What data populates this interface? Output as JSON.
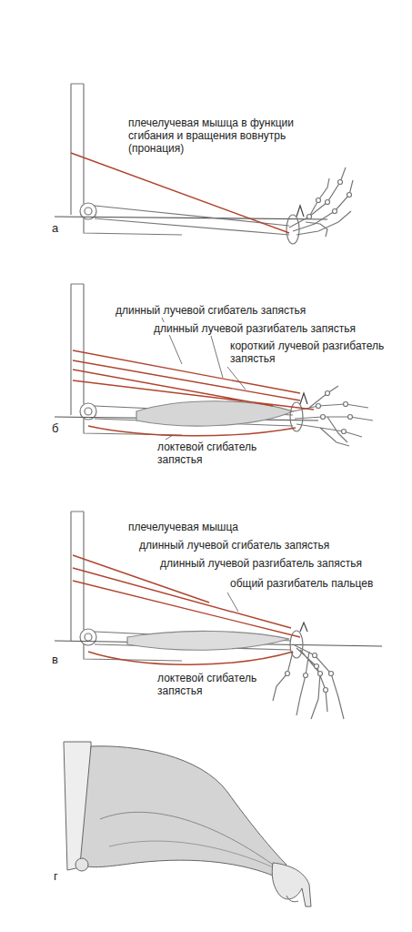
{
  "diagram": {
    "labels": [
      "плечелучевая мышца в функции сгибания и вращения вовнутрь (пронация)",
      "а",
      "длинный лучевой сгибатель запястья",
      "длинный лучевой разгибатель запястья",
      "короткий лучевой разгибатель запястья",
      "локтевой сгибатель запястья",
      "б",
      "плечелучевая мышца",
      "длинный лучевой сгибатель запястья",
      "длинный лучевой разгибатель запястья",
      "общий разгибатель пальцев",
      "локтевой сгибатель запястья",
      "в",
      "г"
    ]
  }
}
